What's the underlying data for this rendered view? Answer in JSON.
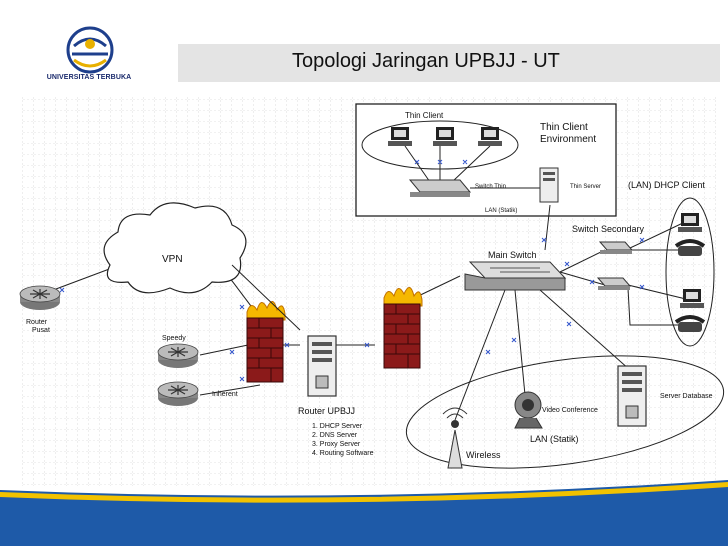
{
  "header": {
    "title": "Topologi Jaringan UPBJJ - UT",
    "logo_text": "UNIVERSITAS TERBUKA"
  },
  "diagram": {
    "thin_client": "Thin Client",
    "thin_client_env_1": "Thin Client",
    "thin_client_env_2": "Environment",
    "switch_thin": "Switch Thin",
    "thin_server": "Thin Server",
    "lan_statik_top": "LAN (Statik)",
    "dhcp_client": "(LAN) DHCP Client",
    "switch_secondary": "Switch Secondary",
    "main_switch": "Main Switch",
    "vpn": "VPN",
    "router_pusat_1": "Router",
    "router_pusat_2": "Pusat",
    "speedy": "Speedy",
    "inherent": "Inherent",
    "router_upbjj": "Router UPBJJ",
    "router_services": [
      "1. DHCP Server",
      "2. DNS Server",
      "3. Proxy Server",
      "4. Routing Software"
    ],
    "video_conference": "Video Conference",
    "server_database": "Server Database",
    "lan_statik_bottom": "LAN (Statik)",
    "wireless": "Wireless"
  },
  "colors": {
    "brand_blue": "#1e5aa8",
    "firewall_red": "#8b1a1a",
    "flame": "#f5b800",
    "link_blue": "#3355cc"
  }
}
